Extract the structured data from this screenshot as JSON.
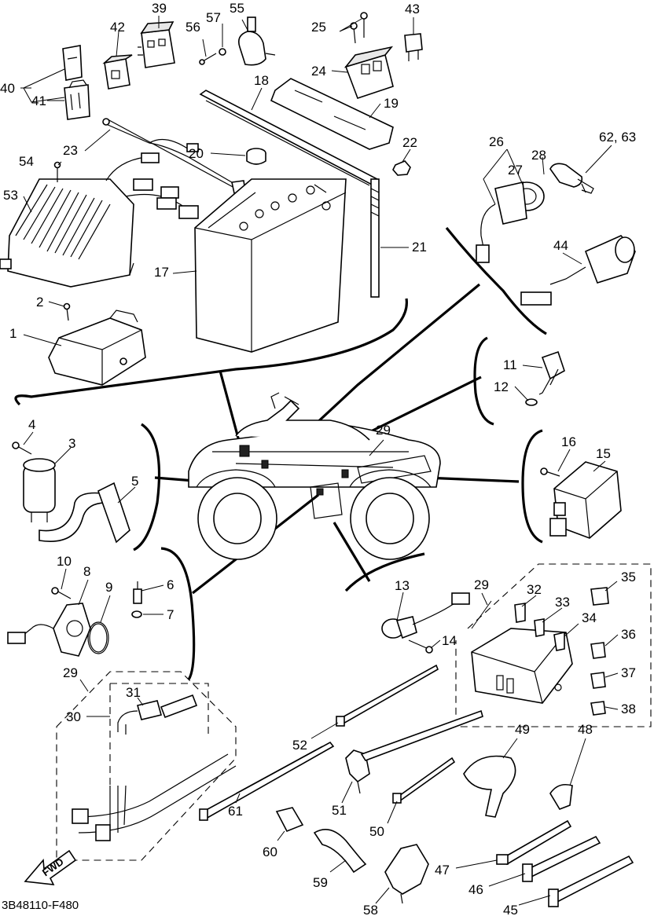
{
  "diagram": {
    "figure_code": "3B48110-F480",
    "direction_label": "FWD",
    "callouts": [
      "1",
      "2",
      "3",
      "4",
      "5",
      "6",
      "7",
      "8",
      "9",
      "10",
      "11",
      "12",
      "13",
      "14",
      "15",
      "16",
      "17",
      "18",
      "19",
      "20",
      "21",
      "22",
      "23",
      "24",
      "25",
      "26",
      "27",
      "28",
      "29",
      "29",
      "29",
      "30",
      "31",
      "32",
      "33",
      "34",
      "35",
      "36",
      "37",
      "38",
      "39",
      "40",
      "41",
      "42",
      "43",
      "44",
      "45",
      "46",
      "47",
      "48",
      "49",
      "50",
      "51",
      "52",
      "53",
      "54",
      "55",
      "56",
      "57",
      "58",
      "59",
      "60",
      "61",
      "62, 63"
    ]
  }
}
